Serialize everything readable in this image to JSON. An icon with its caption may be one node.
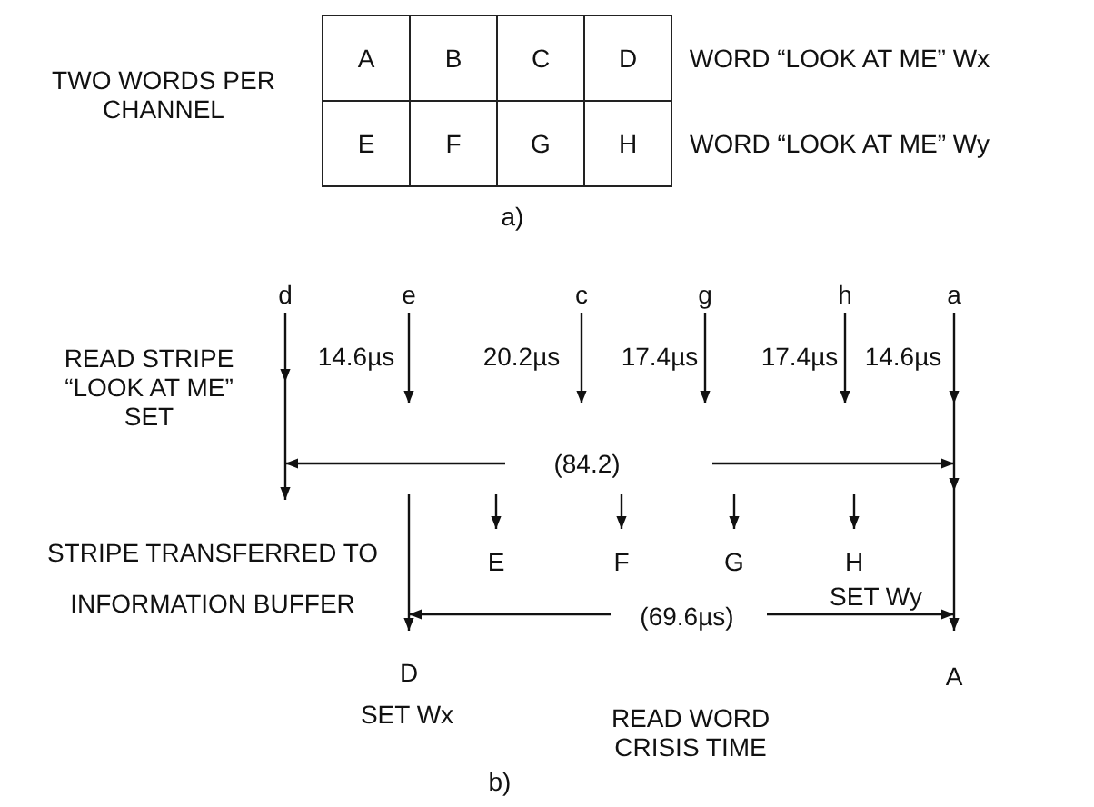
{
  "diagram": {
    "labels": [
      "TWO WORDS PER CHANNEL",
      "A",
      "B",
      "C",
      "D",
      "WORD “LOOK AT ME” Wx",
      "E",
      "F",
      "G",
      "H",
      "WORD “LOOK AT ME” Wy",
      "a)",
      "d",
      "e",
      "c",
      "g",
      "h",
      "a",
      "READ STRIPE “LOOK AT ME” SET",
      "14.6µs",
      "20.2µs",
      "17.4µs",
      "17.4µs",
      "14.6µs",
      "(84.2)",
      "STRIPE TRANSFERRED TO INFORMATION BUFFER",
      "E",
      "F",
      "G",
      "H",
      "SET Wy",
      "(69.6µs)",
      "D",
      "A",
      "SET Wx",
      "READ WORD CRISIS TIME",
      "b)"
    ]
  }
}
